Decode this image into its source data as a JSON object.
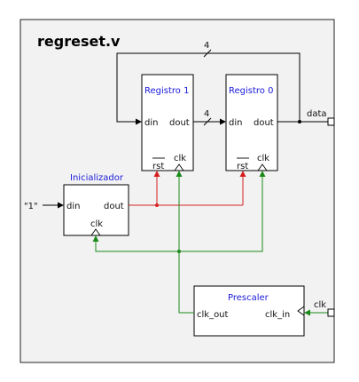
{
  "diagram": {
    "title": "regreset.v",
    "colors": {
      "data": "#000000",
      "reset": "#d62020",
      "clock": "#1b8a1b",
      "block_title": "#1a1adb",
      "frame_bg": "#f2f2f2"
    },
    "blocks": {
      "reg1": {
        "name": "Registro 1",
        "in": "din",
        "out": "dout",
        "rst": "rst",
        "clk": "clk"
      },
      "reg0": {
        "name": "Registro 0",
        "in": "din",
        "out": "dout",
        "rst": "rst",
        "clk": "clk"
      },
      "init": {
        "name": "Inicializador",
        "in": "din",
        "out": "dout",
        "clk": "clk"
      },
      "prescaler": {
        "name": "Prescaler",
        "in": "clk_in",
        "out": "clk_out"
      }
    },
    "signals": {
      "bus_width_top": "4",
      "bus_width_mid": "4",
      "output": "data",
      "clock_input": "clk",
      "const_input": "\"1\""
    }
  }
}
